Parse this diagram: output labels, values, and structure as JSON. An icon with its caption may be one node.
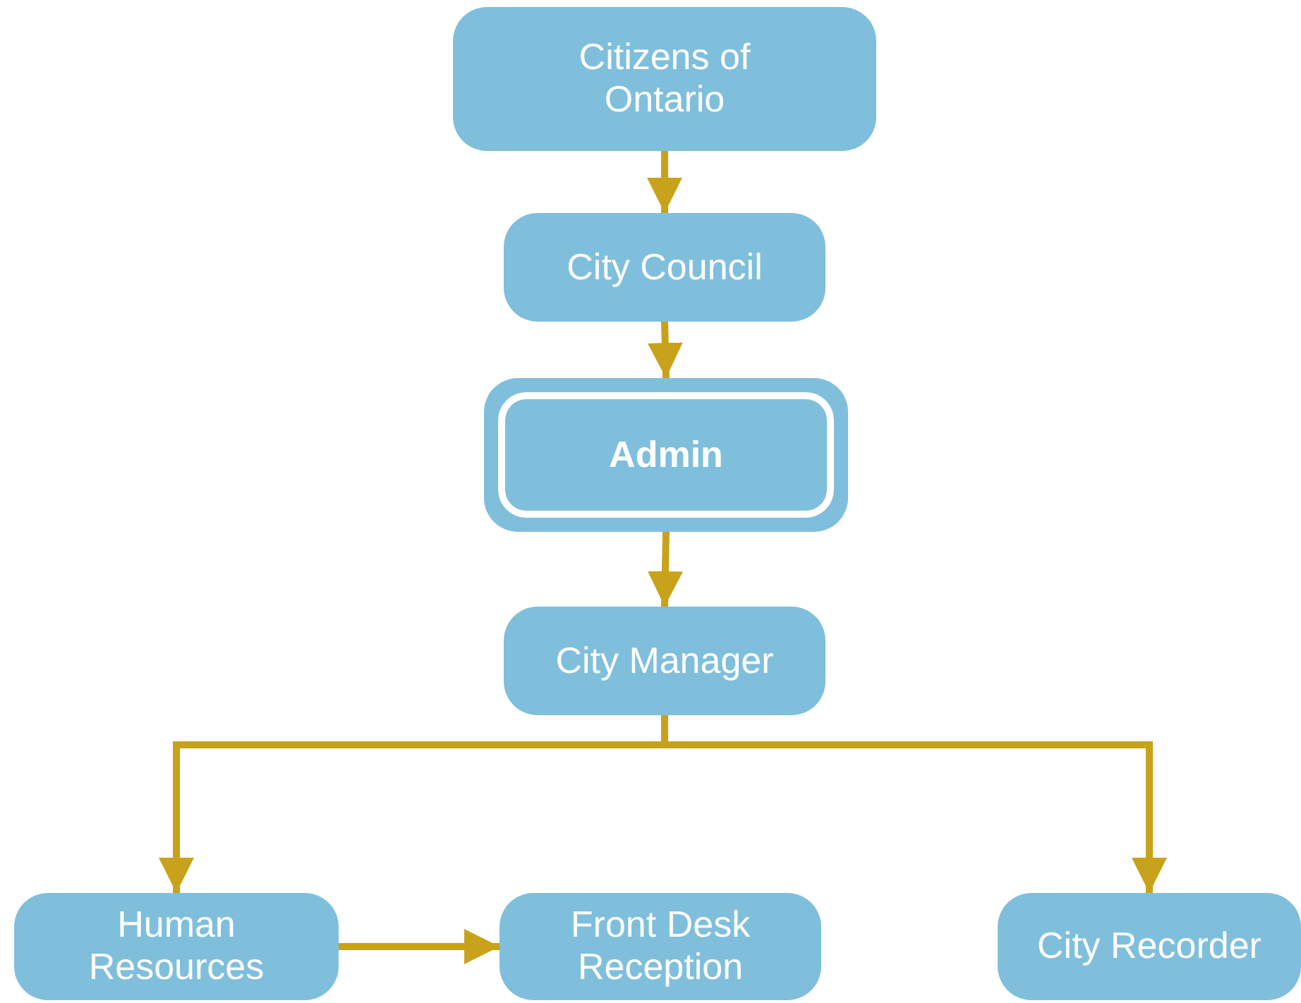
{
  "diagram": {
    "nodes": [
      {
        "text": [
          "Citizens of Ontario"
        ]
      },
      {
        "text": [
          "City Council"
        ]
      },
      {
        "text": [
          "Admin"
        ]
      },
      {
        "text": [
          "City Manager"
        ]
      },
      {
        "text": [
          "Human Resources"
        ]
      },
      {
        "text": [
          "Front Desk Reception"
        ]
      },
      {
        "text": [
          "City Recorder"
        ]
      }
    ],
    "edges": [
      {
        "from": 0,
        "to": 1,
        "arrow": "to"
      },
      {
        "from": 1,
        "to": 2,
        "arrow": "to"
      },
      {
        "from": 2,
        "to": 3,
        "arrow": "to"
      },
      {
        "from": 3,
        "to": 4,
        "arrow": "to"
      },
      {
        "from": 3,
        "to": 6,
        "arrow": "to"
      },
      {
        "from": 4,
        "to": 5,
        "arrow": "to"
      }
    ]
  }
}
